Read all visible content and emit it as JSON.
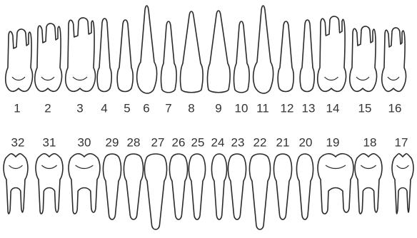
{
  "chart_data": {
    "type": "diagram",
    "upper_teeth": [
      {
        "number": "1",
        "kind": "molar"
      },
      {
        "number": "2",
        "kind": "molar"
      },
      {
        "number": "3",
        "kind": "molar"
      },
      {
        "number": "4",
        "kind": "premolar"
      },
      {
        "number": "5",
        "kind": "premolar"
      },
      {
        "number": "6",
        "kind": "canine"
      },
      {
        "number": "7",
        "kind": "lateral-incisor"
      },
      {
        "number": "8",
        "kind": "central-incisor"
      },
      {
        "number": "9",
        "kind": "central-incisor"
      },
      {
        "number": "10",
        "kind": "lateral-incisor"
      },
      {
        "number": "11",
        "kind": "canine"
      },
      {
        "number": "12",
        "kind": "premolar"
      },
      {
        "number": "13",
        "kind": "premolar"
      },
      {
        "number": "14",
        "kind": "molar"
      },
      {
        "number": "15",
        "kind": "molar"
      },
      {
        "number": "16",
        "kind": "molar"
      }
    ],
    "lower_teeth": [
      {
        "number": "32",
        "kind": "molar"
      },
      {
        "number": "31",
        "kind": "molar"
      },
      {
        "number": "30",
        "kind": "molar"
      },
      {
        "number": "29",
        "kind": "premolar"
      },
      {
        "number": "28",
        "kind": "premolar"
      },
      {
        "number": "27",
        "kind": "canine"
      },
      {
        "number": "26",
        "kind": "incisor"
      },
      {
        "number": "25",
        "kind": "incisor"
      },
      {
        "number": "24",
        "kind": "incisor"
      },
      {
        "number": "23",
        "kind": "incisor"
      },
      {
        "number": "22",
        "kind": "canine"
      },
      {
        "number": "21",
        "kind": "premolar"
      },
      {
        "number": "20",
        "kind": "premolar"
      },
      {
        "number": "19",
        "kind": "molar"
      },
      {
        "number": "18",
        "kind": "molar"
      },
      {
        "number": "17",
        "kind": "molar"
      }
    ]
  }
}
